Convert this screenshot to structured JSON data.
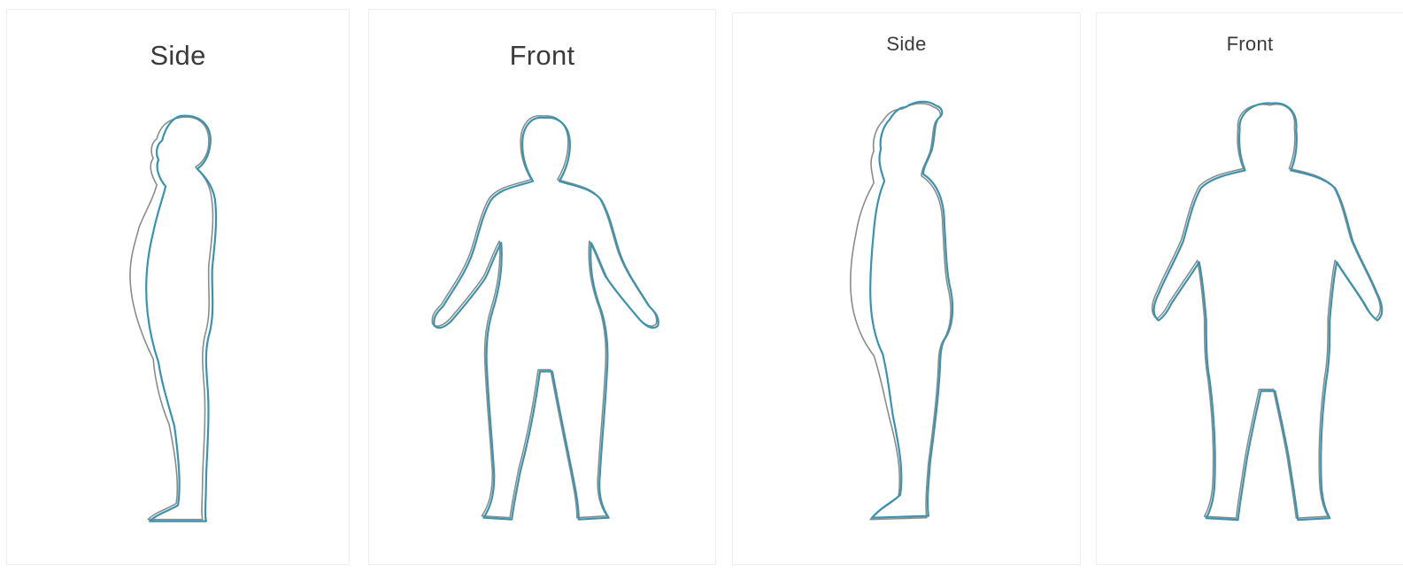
{
  "panels": [
    {
      "title": "Side"
    },
    {
      "title": "Front"
    },
    {
      "title": "Side"
    },
    {
      "title": "Front"
    }
  ],
  "colors": {
    "outline_reference": "#8b8b8b",
    "outline_fitted": "#3a93ae",
    "panel_border": "#eeeeee",
    "title_text": "#3a3a3a"
  }
}
